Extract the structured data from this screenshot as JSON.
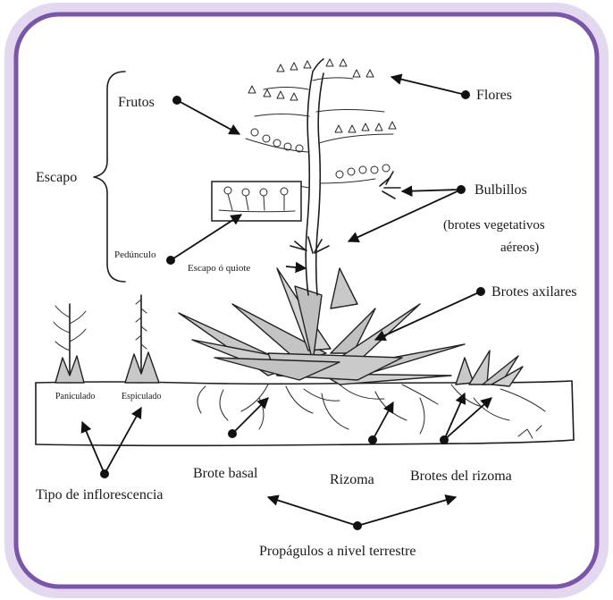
{
  "frame": {
    "border_color": "#7b55a8",
    "glow_color": "#d9cbea",
    "background": "#ffffff",
    "leaf_color": "#c8c8c8",
    "ink_color": "#1e1e1e"
  },
  "labels": {
    "frutos": "Frutos",
    "flores": "Flores",
    "escapo": "Escapo",
    "bulbillos": "Bulbillos",
    "brotes_vegetativos_1": "(brotes vegetativos",
    "brotes_vegetativos_2": "aéreos)",
    "pedunculo": "Pedúnculo",
    "escapo_quiote": "Escapo ó quiote",
    "brotes_axilares": "Brotes axilares",
    "paniculado": "Paniculado",
    "espiculado": "Espiculado",
    "brote_basal": "Brote basal",
    "rizoma": "Rizoma",
    "brotes_del_rizoma": "Brotes del rizoma",
    "tipo_inflorescencia": "Tipo de inflorescencia",
    "propagulos": "Propágulos a nivel terrestre"
  }
}
